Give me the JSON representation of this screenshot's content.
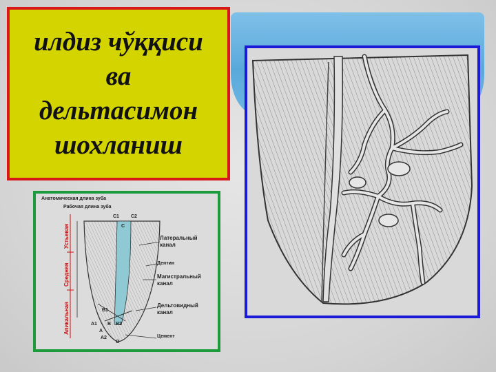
{
  "title": {
    "lines": [
      "илдиз чўққиси",
      "ва",
      "дельтасимон",
      "шохланиш"
    ]
  },
  "diagram": {
    "top_labels": [
      "Анатомическая длина зуба",
      "Рабочая длина зуба"
    ],
    "side_labels": [
      "Устьевая",
      "Средняя",
      "Апикальная"
    ],
    "point_labels": [
      "C1",
      "C2",
      "C",
      "B1",
      "A1",
      "A",
      "B",
      "B2",
      "A2",
      "O"
    ],
    "callouts": [
      "Латеральный канал",
      "Дентин",
      "Магистральный канал",
      "Дельтовидный канал",
      "Цемент"
    ]
  },
  "colors": {
    "title_bg": "#d4d400",
    "title_border": "#d81818",
    "right_frame_border": "#1a1ad8",
    "left_frame_border": "#1c9a3c",
    "banner": "#5aa9dc"
  }
}
